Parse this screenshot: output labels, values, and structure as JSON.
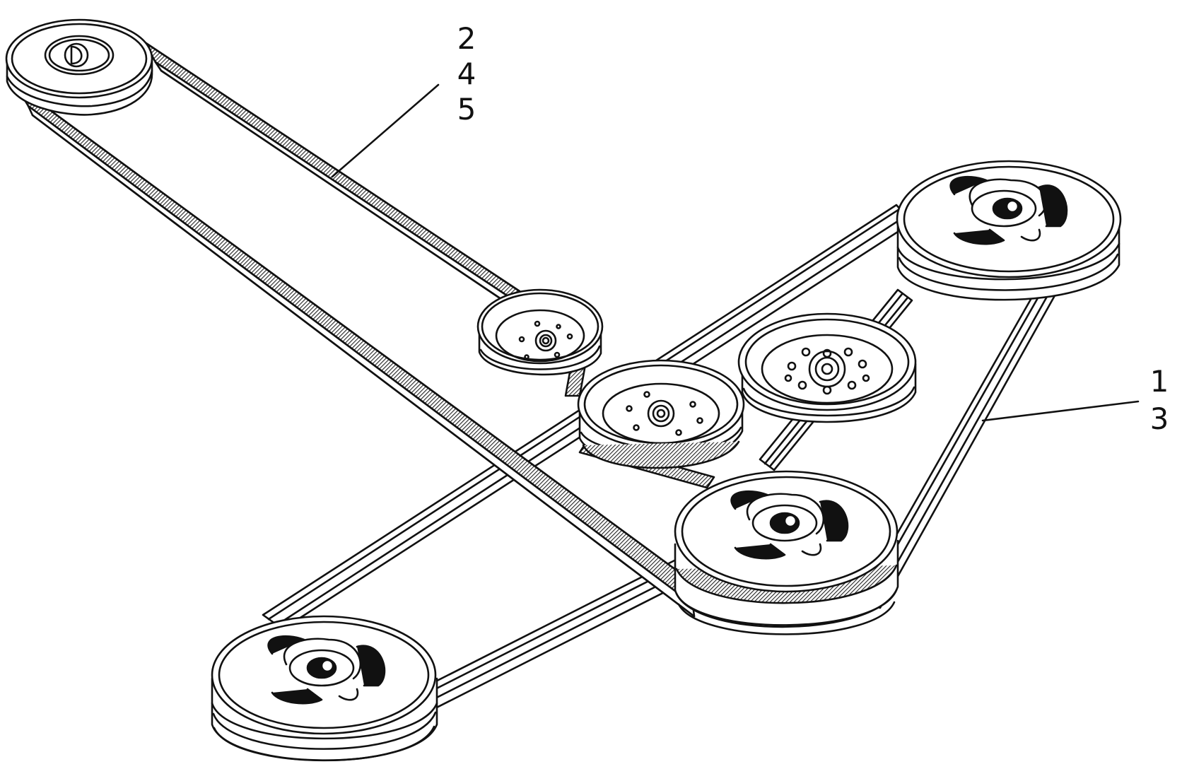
{
  "diagram": {
    "style": "isometric line drawing of belt-and-pulley drive (mower deck)",
    "colors": {
      "ink": "#111111",
      "paper": "#ffffff",
      "belt_hatch": "#333333"
    },
    "callouts": [
      {
        "id": "upper-left-group",
        "labels": [
          "2",
          "4",
          "5"
        ]
      },
      {
        "id": "right-group",
        "labels": [
          "1",
          "3"
        ]
      }
    ],
    "parts": [
      "top-left-pulley",
      "right-spindle-pulley",
      "front-spindle-pulley",
      "left-spindle-pulley",
      "small-idler-pulley",
      "middle-idler-pulley",
      "large-idler-pulley",
      "long-drive-belt",
      "deck-belt"
    ]
  }
}
